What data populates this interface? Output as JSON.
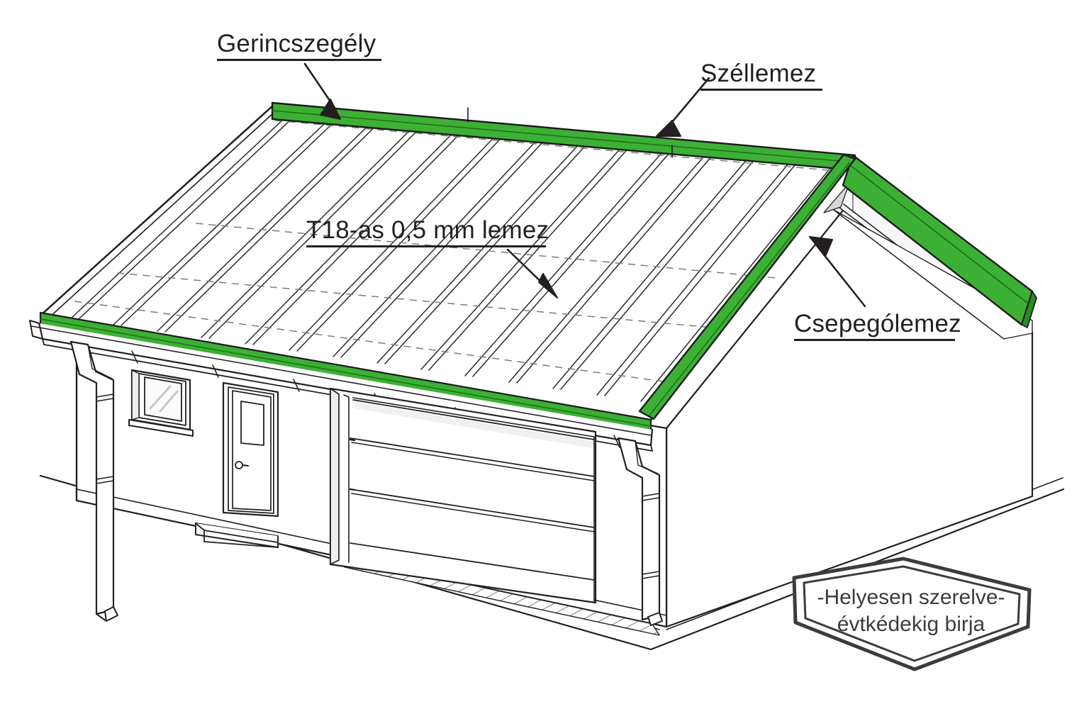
{
  "diagram": {
    "title_subject": "Trapézlemez tetőfedés szerelési ábra",
    "language": "hu",
    "background_color": "#ffffff",
    "line_color": "#231f20",
    "accent_color": "#3cb034",
    "accent_dark": "#1f6d1a",
    "shade_color": "#e9e9e9"
  },
  "labels": {
    "ridge": {
      "text": "Gerincszegély",
      "target": "ridge-cap-flashing"
    },
    "wind": {
      "text": "Széllemez",
      "target": "wind-barge-flashing"
    },
    "drip": {
      "text": "Csepególemez",
      "target": "gable-drip-edge"
    },
    "sheet": {
      "text": "T18-as 0,5 mm lemez",
      "target": "roof-trapezoid-sheet"
    }
  },
  "badge": {
    "line1": "-Helyesen szerelve-",
    "line2": "évtkédekig birja"
  },
  "building": {
    "parts": [
      {
        "name": "roof-left-slope",
        "label": "Bal tetősík"
      },
      {
        "name": "ridge-cap",
        "label": "Gerincszegély"
      },
      {
        "name": "eave-drip",
        "label": "Ereszcsepegő"
      },
      {
        "name": "gutter",
        "label": "Ereszcsatorna"
      },
      {
        "name": "downspout-left",
        "label": "Bal lefolyócső"
      },
      {
        "name": "downspout-right",
        "label": "Jobb lefolyócső"
      },
      {
        "name": "window",
        "label": "Ablak"
      },
      {
        "name": "entry-door",
        "label": "Bejárati ajtó"
      },
      {
        "name": "door-step",
        "label": "Lépcsőfok"
      },
      {
        "name": "garage-door",
        "label": "Garázskapu"
      },
      {
        "name": "gable-end",
        "label": "Oromfal"
      },
      {
        "name": "soffit",
        "label": "Beszellőző alsó léc"
      },
      {
        "name": "ground-plane",
        "label": "Terepszint"
      }
    ]
  }
}
